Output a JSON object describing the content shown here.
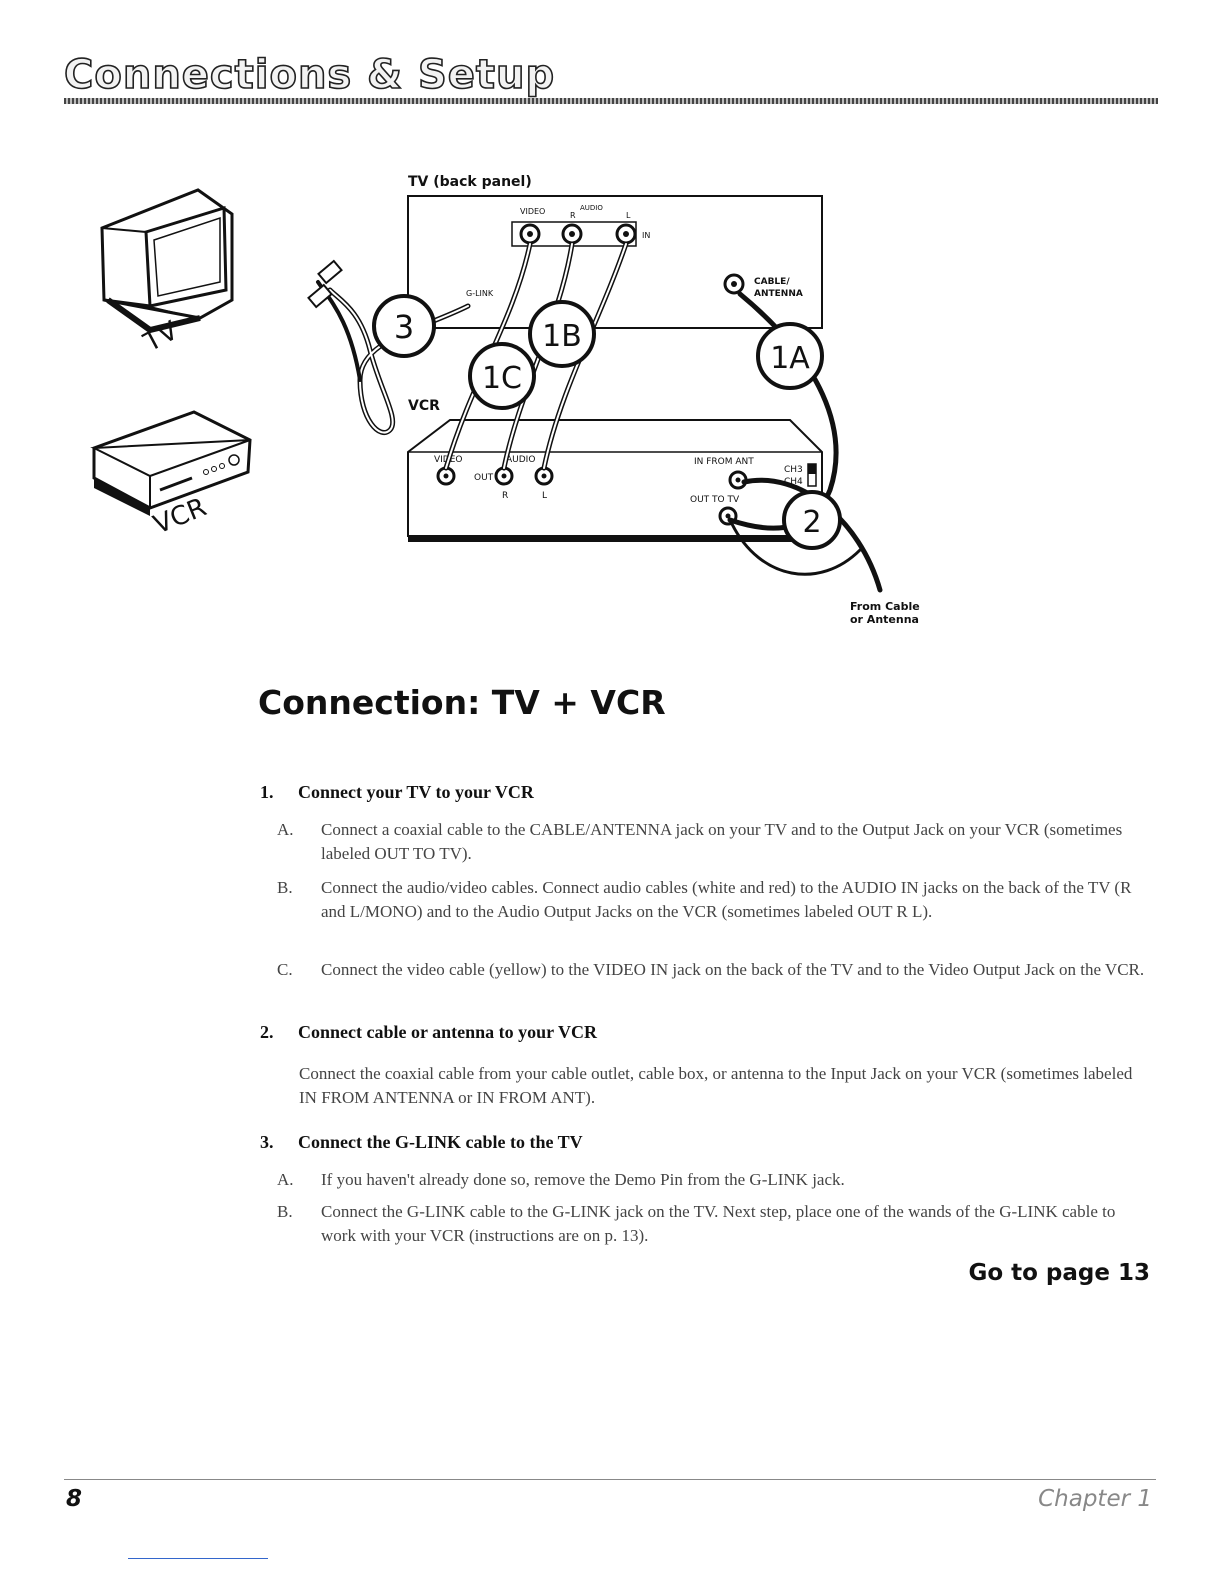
{
  "header": {
    "title": "Connections & Setup"
  },
  "diagram": {
    "tv_back_panel_label": "TV (back panel)",
    "tv_icon_label": "TV",
    "vcr_icon_label": "VCR",
    "tv_panel": {
      "video": "VIDEO",
      "audio": "AUDIO",
      "r": "R",
      "l": "L",
      "in": "IN",
      "g_link": "G-LINK",
      "cable": "CABLE/",
      "antenna": "ANTENNA"
    },
    "vcr_label": "VCR",
    "vcr_panel": {
      "video": "VIDEO",
      "audio": "AUDIO",
      "out": "OUT",
      "r": "R",
      "l": "L",
      "in_from_ant": "IN FROM ANT",
      "out_to_tv": "OUT TO TV",
      "ch3": "CH3",
      "ch4": "CH4"
    },
    "callouts": {
      "c1a": "1A",
      "c1b": "1B",
      "c1c": "1C",
      "c2": "2",
      "c3": "3"
    },
    "from_cable_1": "From Cable",
    "from_cable_2": "or Antenna"
  },
  "connection_title": "Connection: TV + VCR",
  "steps": [
    {
      "num": "1.",
      "title": "Connect your TV to your VCR",
      "items": [
        {
          "label": "A.",
          "text": "Connect a coaxial cable to the CABLE/ANTENNA jack on your TV and to the Output Jack on your VCR (sometimes labeled OUT TO TV)."
        },
        {
          "label": "B.",
          "text": "Connect the audio/video cables. Connect audio cables (white and red) to the AUDIO IN jacks on the back of the TV (R and L/MONO) and to the Audio Output Jacks on the VCR (sometimes labeled OUT R L)."
        },
        {
          "label": "C.",
          "text": "Connect the video cable (yellow) to the VIDEO IN jack on the back of the TV and to the Video Output Jack on the VCR."
        }
      ]
    },
    {
      "num": "2.",
      "title": "Connect cable or antenna to your VCR",
      "text": "Connect the coaxial cable from your cable outlet, cable box, or antenna to the Input Jack on your VCR (sometimes labeled IN FROM ANTENNA or IN FROM ANT)."
    },
    {
      "num": "3.",
      "title": "Connect the G-LINK cable to the TV",
      "items": [
        {
          "label": "A.",
          "text": "If you haven't already done so, remove the Demo Pin from the G-LINK jack."
        },
        {
          "label": "B.",
          "text": "Connect the G-LINK cable to the G-LINK jack on the TV. Next step, place one of the wands of the G-LINK cable to work with your VCR (instructions are on p. 13)."
        }
      ]
    }
  ],
  "goto": "Go to page 13",
  "footer": {
    "page_number": "8",
    "chapter": "Chapter 1"
  }
}
